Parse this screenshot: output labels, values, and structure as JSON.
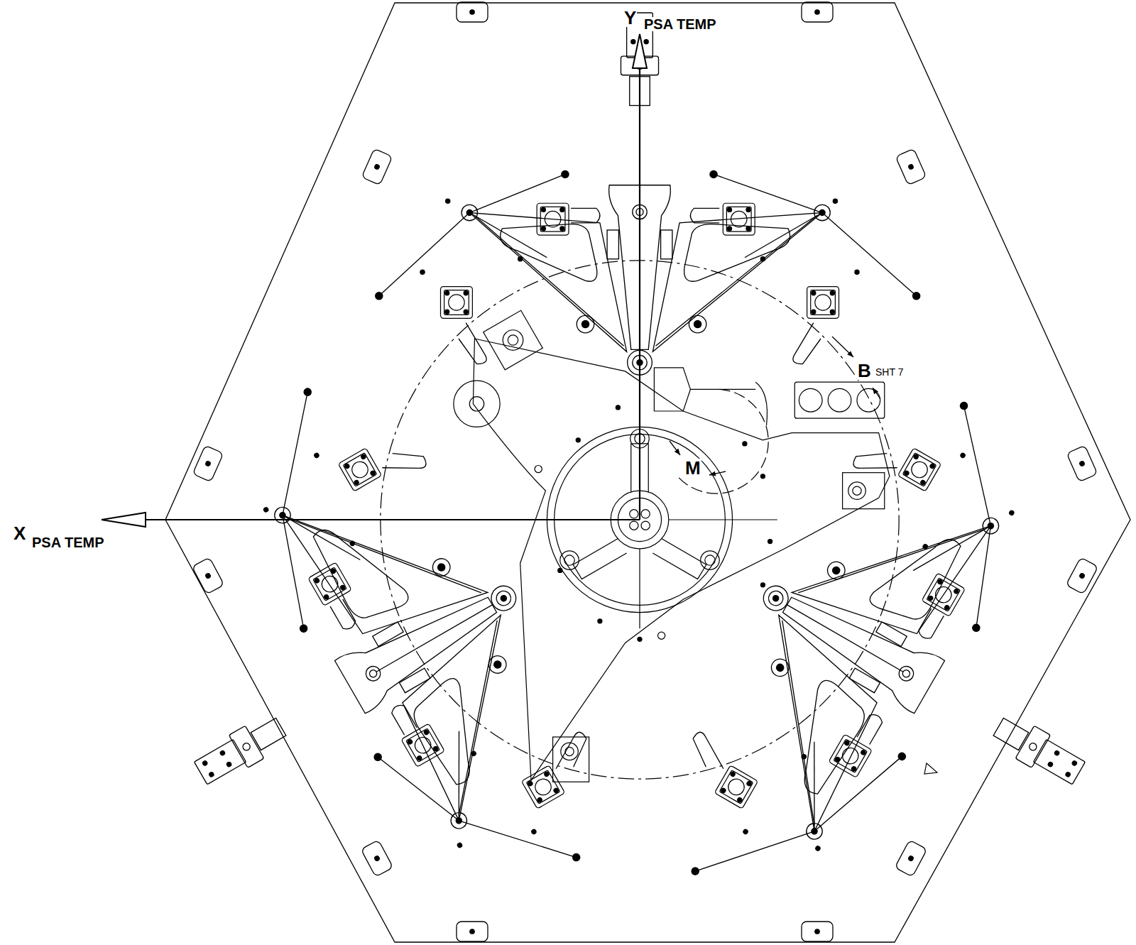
{
  "diagram": {
    "labels": [
      "Y",
      "PSA TEMP",
      "X",
      "PSA TEMP",
      "B",
      "SHT 7",
      "M"
    ]
  }
}
